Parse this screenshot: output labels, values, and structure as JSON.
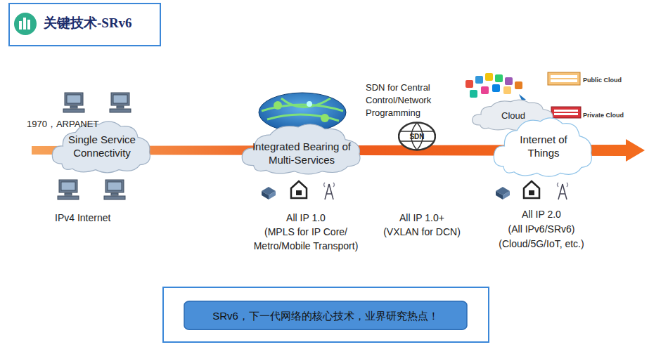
{
  "diagram": {
    "title": "关键技术-SRv6",
    "nodes": [
      {
        "text": [
          "Single Service Connectivity"
        ]
      },
      {
        "text": [
          "Integrated Bearing of Multi-Services"
        ]
      },
      {
        "text": [
          "SDN"
        ]
      },
      {
        "text": [
          "Cloud"
        ]
      },
      {
        "text": [
          "Internet of Things"
        ]
      },
      {
        "text": [
          "SRv6，下一代网络的核心技术，业界研究热点！"
        ]
      }
    ],
    "labels": [
      "1970，ARPANET",
      "IPv4 Internet",
      "All IP 1.0",
      "(MPLS for IP Core/ Metro/Mobile Transport)",
      "SDN for Central Control/Network Programming",
      "All IP 1.0+",
      "(VXLAN for DCN)",
      "All IP 2.0",
      "(All IPv6/SRv6)",
      "(Cloud/5G/IoT, etc.)",
      "Public Cloud",
      "Private Cloud"
    ]
  }
}
